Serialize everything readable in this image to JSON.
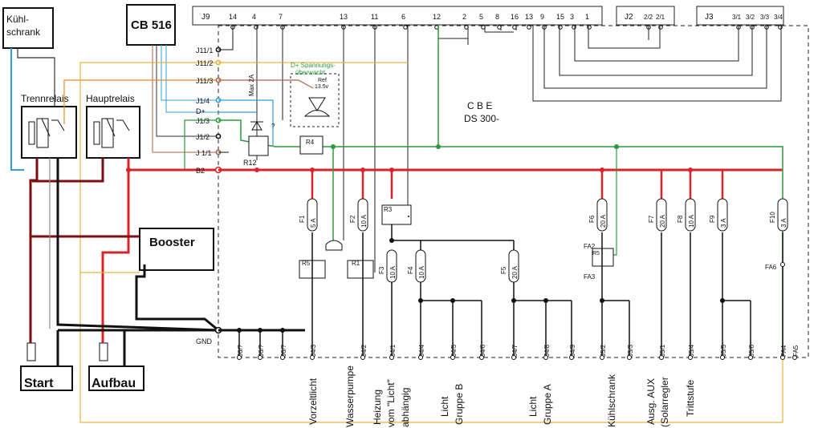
{
  "boxes": {
    "fridge": "Kühl-\nschrank",
    "cb": "CB 516",
    "trenn": "Trennrelais",
    "haupt": "Hauptrelais",
    "booster": "Booster",
    "start": "Start",
    "aufbau": "Aufbau"
  },
  "cbe": {
    "title": "C B E",
    "model": "DS 300-"
  },
  "dplus_note": {
    "line1": "D+ Spannungs-",
    "line2": "überwacht",
    "ref": "Ref",
    "ref_v": "13.5v"
  },
  "max": "Max 2A",
  "q": "?",
  "relays": {
    "r12": "R12",
    "r4": "R4",
    "r5": "R5",
    "r1": "R1",
    "r3": "R3",
    "r5b": "R5"
  },
  "left_pins": [
    "J11/1",
    "J11/2",
    "J11/3",
    "J1/4",
    "D+",
    "J1/3",
    "J1/2",
    "J 1/1",
    "B2"
  ],
  "gnd": "GND",
  "headers": {
    "j9": "J9",
    "j9_pins": [
      "14",
      "4",
      "7",
      "13",
      "11",
      "6",
      "12",
      "2",
      "5",
      "8",
      "16",
      "13",
      "9",
      "15",
      "3",
      "1"
    ],
    "j2": "J2",
    "j2_pins": [
      "2/2",
      "2/1"
    ],
    "j3": "J3",
    "j3_pins": [
      "3/1",
      "3/2",
      "3/3",
      "3/4"
    ]
  },
  "fuses": {
    "f1": {
      "n": "F1",
      "v": "5 A"
    },
    "f2": {
      "n": "F2",
      "v": "10 A"
    },
    "f3": {
      "n": "F3",
      "v": "10 A"
    },
    "f4": {
      "n": "F4",
      "v": "10 A"
    },
    "f5": {
      "n": "F5",
      "v": "20 A"
    },
    "f6": {
      "n": "F6",
      "v": "20 A"
    },
    "f7": {
      "n": "F7",
      "v": "20 A"
    },
    "f8": {
      "n": "F8",
      "v": "10 A"
    },
    "f9": {
      "n": "F9",
      "v": "3 A"
    },
    "f10": {
      "n": "F10",
      "v": "3 A"
    }
  },
  "fa": {
    "fa2": "FA2",
    "fa3": "FA3",
    "fa6": "FA6"
  },
  "bottom_pins": [
    "J6/?",
    "J6/?",
    "J6/?",
    "J4/3",
    "J4/2",
    "J4/1",
    "J4/4",
    "J4/5",
    "J4/6",
    "J4/7",
    "J4/8",
    "J4/9",
    "J5/2",
    "J5/3",
    "J5/1",
    "J5/4",
    "J5/5",
    "J5/6",
    "FA4",
    "FA5"
  ],
  "outputs": {
    "vorzelt": "Vorzeltlicht",
    "wasser": "Wasserpumpe",
    "heizung1": "Heizung",
    "heizung2": "vom \"Licht\"",
    "heizung3": "abhängig",
    "lichtB1": "Licht",
    "lichtB2": "Gruppe B",
    "lichtA1": "Licht",
    "lichtA2": "Gruppe A",
    "kuehl": "Kühlschrank",
    "aux1": "Ausg. AUX",
    "aux2": "(Solarregler",
    "tritt": "Trittstufe"
  },
  "colors": {
    "red": "#d8232a",
    "darkred": "#7a0e12",
    "green": "#2a9b3c",
    "blue": "#2f9fd8",
    "yellow": "#e5b33a",
    "orange": "#e58a2a",
    "brown": "#a6624a",
    "gray": "#7f7f7f",
    "black": "#111111"
  }
}
